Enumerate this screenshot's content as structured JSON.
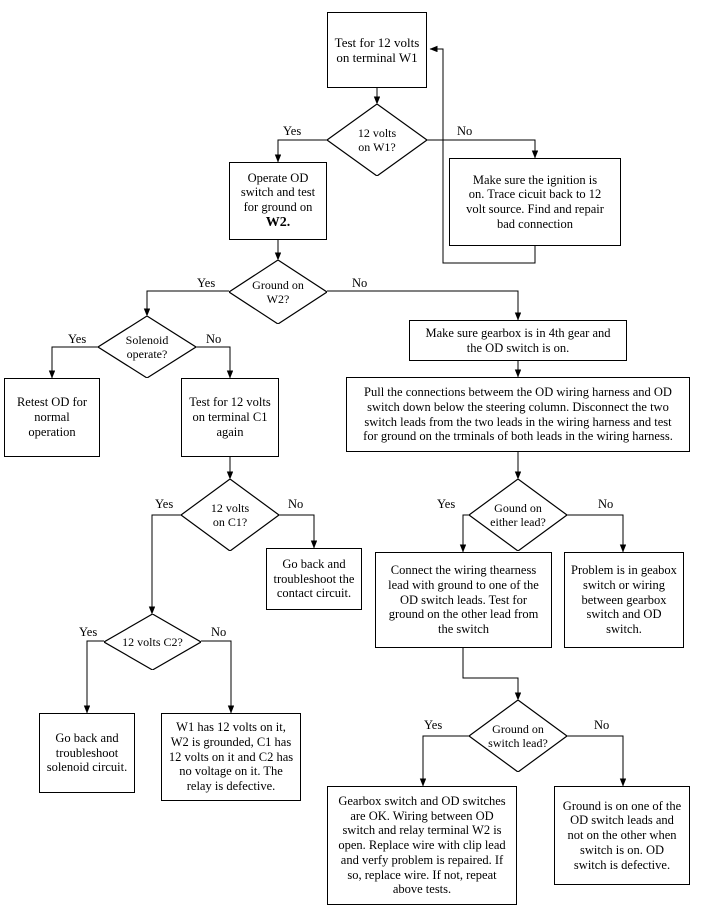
{
  "document": {
    "title": "Overdrive Electrical Troubleshooting Flowchart",
    "background_color": "#ffffff",
    "line_color": "#000000",
    "text_color": "#000000"
  },
  "nodes": {
    "start_test_w1": {
      "type": "process",
      "text": "Test for 12 volts\non terminal W1"
    },
    "decision_12v_w1": {
      "type": "decision",
      "text": "12 volts\non W1?"
    },
    "operate_od_switch": {
      "type": "process",
      "line1": "Operate OD",
      "line2": "switch and test",
      "line3": "for ground on",
      "line4": "W2."
    },
    "make_sure_ignition": {
      "type": "process",
      "text": "Make sure the ignition is\non. Trace cicuit back to 12\nvolt source.  Find and repair\nbad connection"
    },
    "decision_ground_w2": {
      "type": "decision",
      "text": "Ground on\nW2?"
    },
    "decision_solenoid": {
      "type": "decision",
      "text": "Solenoid\noperate?"
    },
    "retest_od": {
      "type": "process",
      "text": "Retest OD for\nnormal\noperation"
    },
    "test_12v_c1": {
      "type": "process",
      "text": "Test for 12 volts\non terminal C1\nagain"
    },
    "make_sure_gearbox": {
      "type": "process",
      "text": "Make sure gearbox is in 4th gear and\nthe OD switch is on."
    },
    "pull_connections": {
      "type": "process",
      "text": "Pull the connections betweem the OD wiring harness and OD\nswitch down below the steering column.  Disconnect the two\nswitch leads from the two leads in the wiring harness and test\nfor ground on the trminals of both leads in the wiring harness."
    },
    "decision_12v_c1": {
      "type": "decision",
      "text": "12 volts\non C1?"
    },
    "go_back_contact": {
      "type": "process",
      "text": "Go back and\ntroubleshoot the\ncontact circuit."
    },
    "decision_ground_either_lead": {
      "type": "decision",
      "text": "Gound on\neither lead?"
    },
    "connect_wiring_harness": {
      "type": "process",
      "text": "Connect the wiring thearness\nlead with ground to one of the\nOD switch leads.  Test for\nground on the other lead from\nthe switch"
    },
    "problem_gearbox_switch": {
      "type": "process",
      "text": "Problem is in geabox\nswitch or wiring\nbetween gearbox\nswitch and OD\nswitch."
    },
    "decision_12v_c2": {
      "type": "decision",
      "text": "12 volts C2?"
    },
    "go_back_solenoid": {
      "type": "process",
      "text": "Go back and\ntroubleshoot\nsolenoid circuit."
    },
    "relay_defective": {
      "type": "process",
      "text": "W1 has 12 volts on it,\nW2 is grounded, C1 has\n12 volts on it and C2 has\nno voltage on it.   The\nrelay is defective."
    },
    "decision_ground_switch_lead": {
      "type": "decision",
      "text": "Ground on\nswitch lead?"
    },
    "gearbox_switch_ok": {
      "type": "process",
      "text": "Gearbox switch and OD switches\nare OK.  Wiring between OD\nswitch and relay terminal W2 is\nopen. Replace wire with clip lead\nand verfy problem is repaired.  If\nso, replace wire.  If not, repeat\nabove tests."
    },
    "od_switch_defective": {
      "type": "process",
      "text": "Ground is on one of the\nOD switch leads and\nnot on the other when\nswitch is on.  OD\nswitch is defective."
    }
  },
  "edge_labels": {
    "w1_yes": "Yes",
    "w1_no": "No",
    "w2_yes": "Yes",
    "w2_no": "No",
    "solenoid_yes": "Yes",
    "solenoid_no": "No",
    "c1_yes": "Yes",
    "c1_no": "No",
    "either_lead_yes": "Yes",
    "either_lead_no": "No",
    "c2_yes": "Yes",
    "c2_no": "No",
    "switch_lead_yes": "Yes",
    "switch_lead_no": "No"
  }
}
